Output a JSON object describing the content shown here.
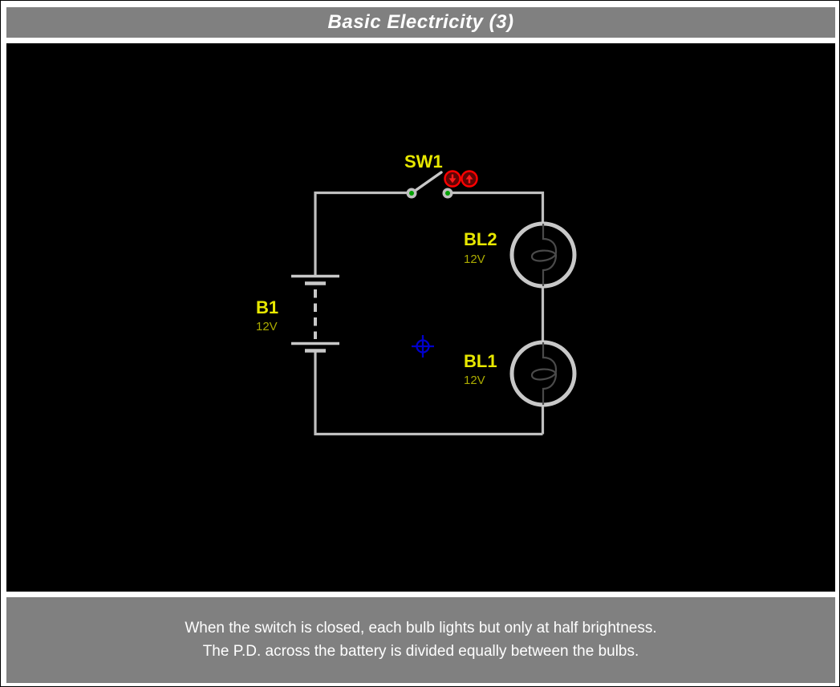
{
  "title": "Basic Electricity (3)",
  "components": {
    "switch": {
      "label": "SW1"
    },
    "battery": {
      "label": "B1",
      "value": "12V"
    },
    "bulb_upper": {
      "label": "BL2",
      "value": "12V"
    },
    "bulb_lower": {
      "label": "BL1",
      "value": "12V"
    }
  },
  "caption": {
    "line1": "When the switch is closed, each bulb lights but only at half brightness.",
    "line2": "The P.D. across the battery is divided equally between the bulbs."
  },
  "icons": {
    "close_switch": "arrow-down-icon",
    "open_switch": "arrow-up-icon",
    "cursor": "crosshair-icon"
  },
  "colors": {
    "titlebar_bg": "#808080",
    "footer_bg": "#808080",
    "canvas_bg": "#000000",
    "wire": "#C0C0C0",
    "bulb_outline": "#C8C8C8",
    "filament": "#4A4A4A",
    "component_label": "#E8E800",
    "value_label": "#ABAB00",
    "terminal_dot": "#00A000",
    "button_ring": "#FF0000",
    "button_fill": "#5E0404",
    "crosshair": "#0000CC"
  }
}
